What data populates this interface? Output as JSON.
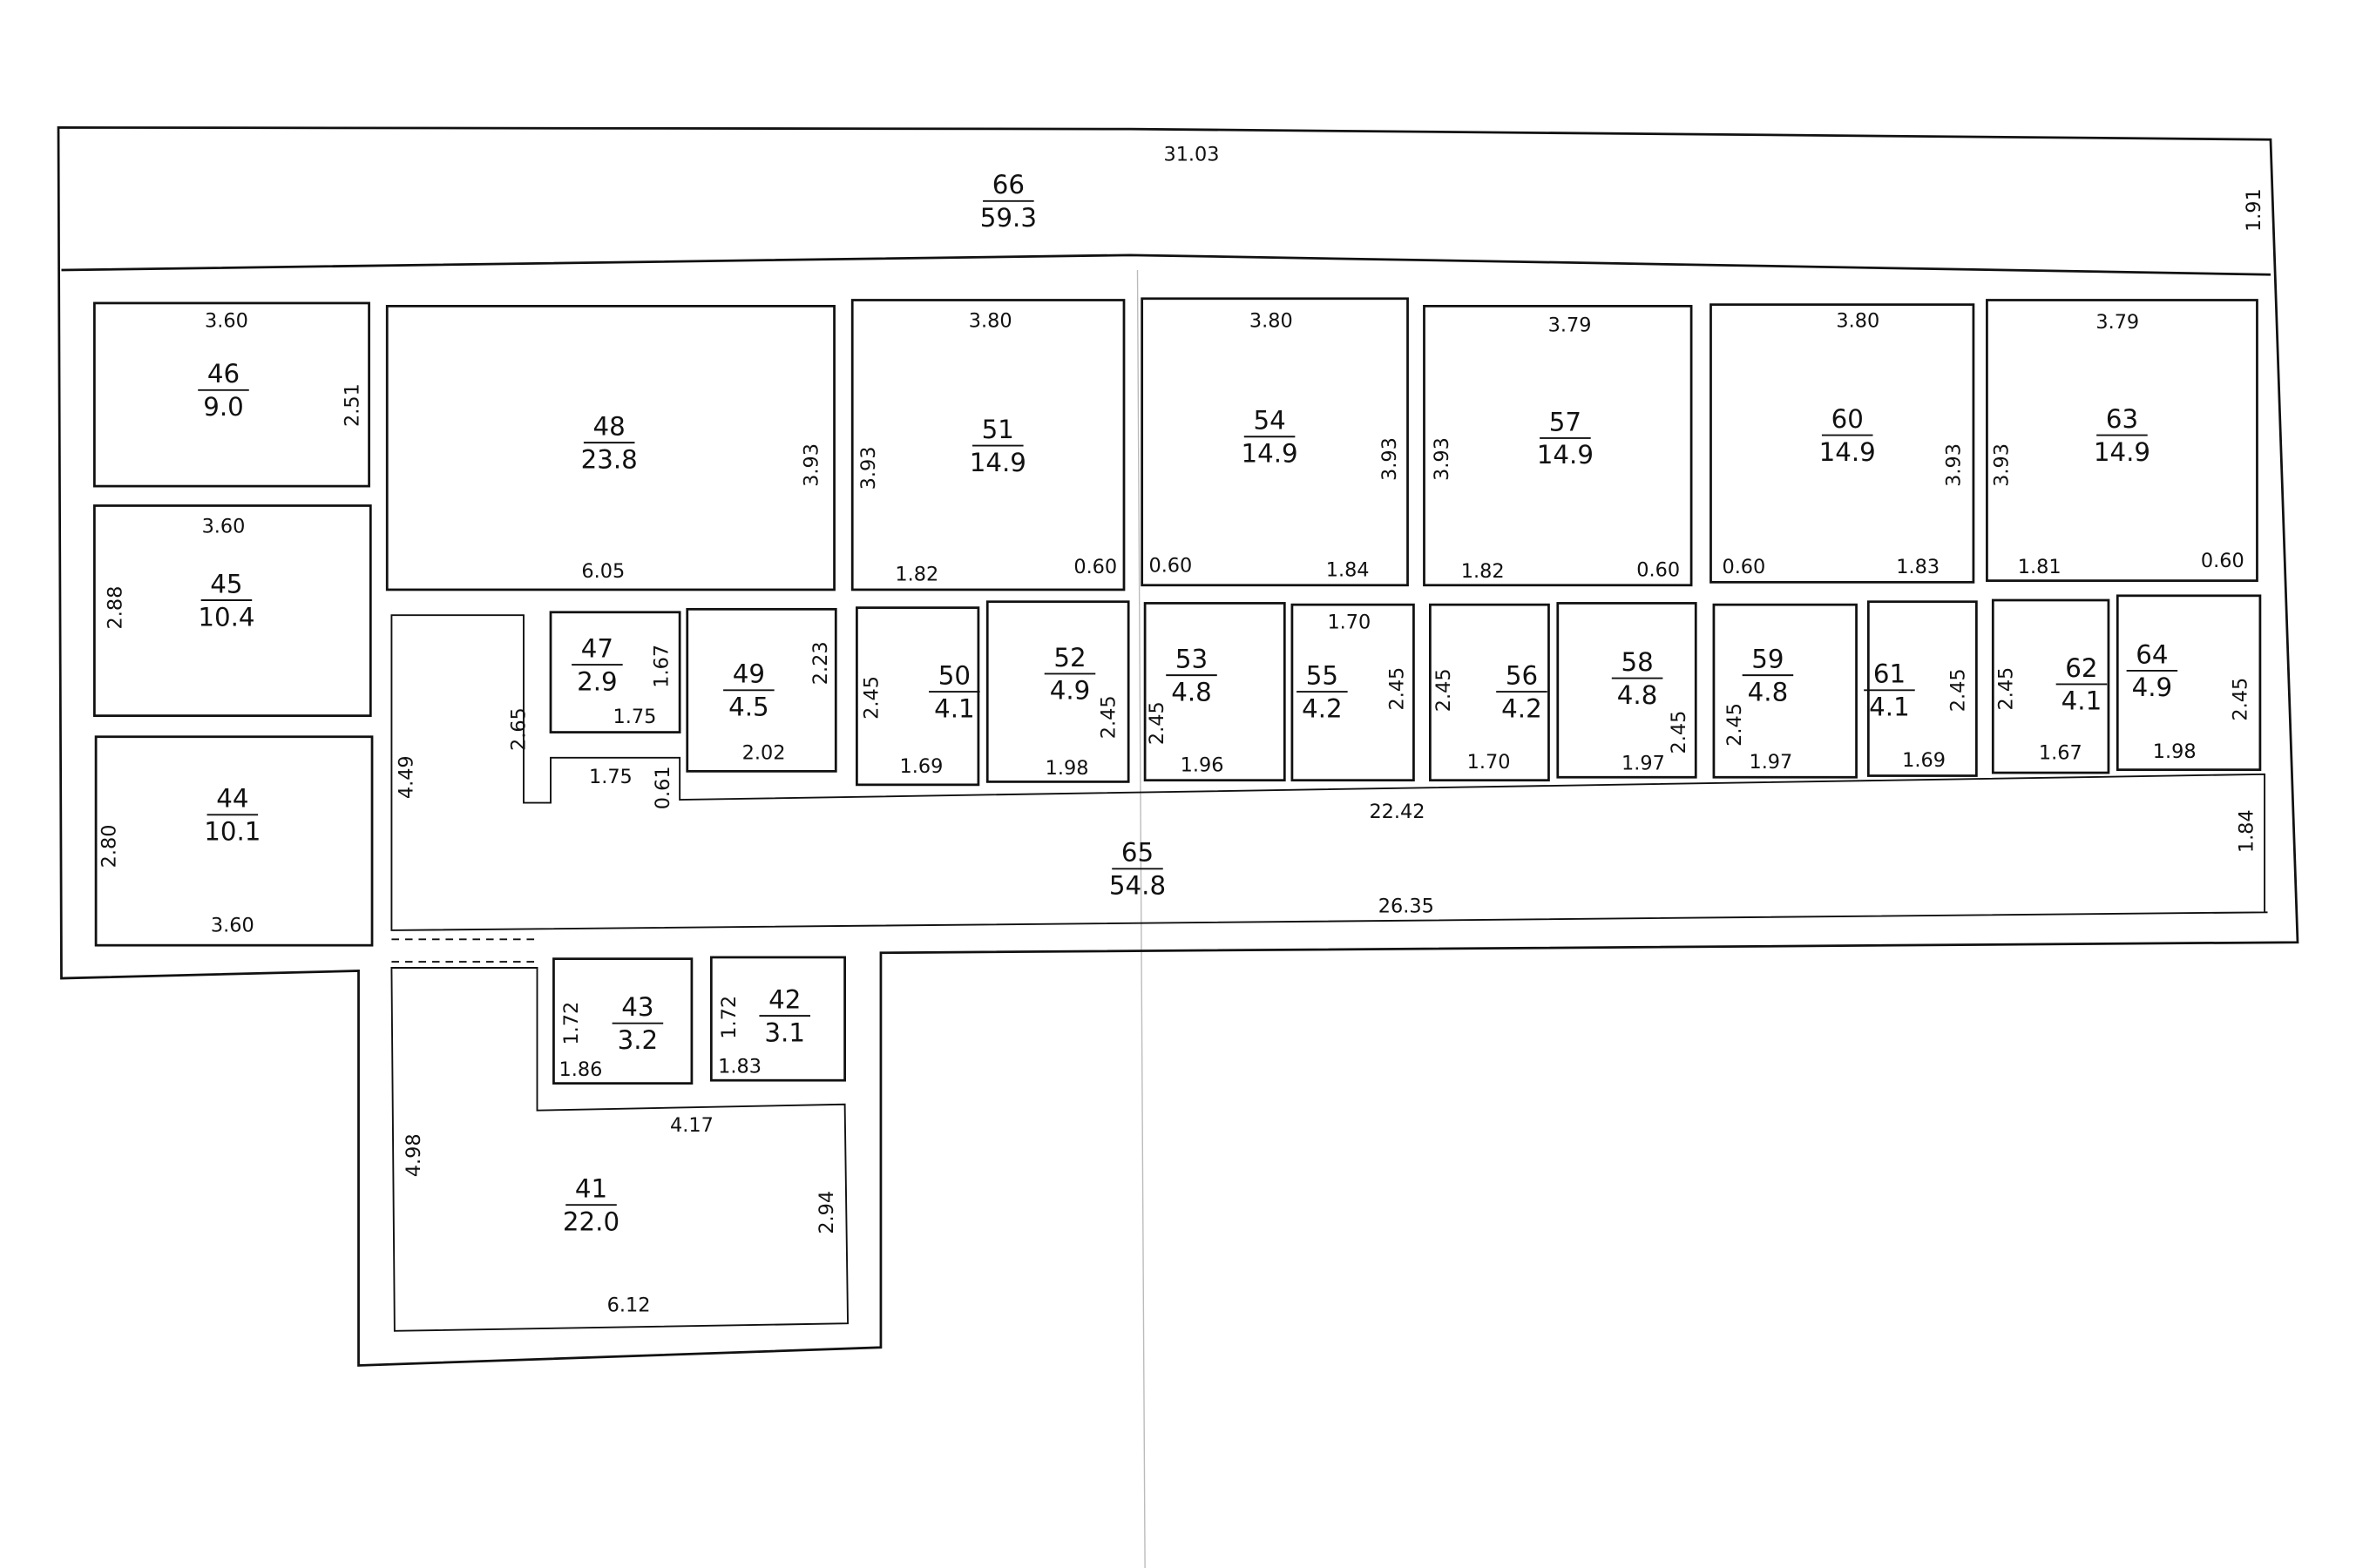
{
  "outer": {
    "top_length": "31.03",
    "right_depth": "1.91"
  },
  "rooms": [
    {
      "id": "66",
      "area": "59.3",
      "dims": []
    },
    {
      "id": "46",
      "area": "9.0",
      "dims": [
        "3.60",
        "2.51"
      ]
    },
    {
      "id": "45",
      "area": "10.4",
      "dims": [
        "3.60",
        "2.88"
      ]
    },
    {
      "id": "44",
      "area": "10.1",
      "dims": [
        "2.80",
        "3.60"
      ]
    },
    {
      "id": "48",
      "area": "23.8",
      "dims": [
        "3.93",
        "6.05"
      ]
    },
    {
      "id": "47",
      "area": "2.9",
      "dims": [
        "1.67",
        "1.75"
      ]
    },
    {
      "id": "49",
      "area": "4.5",
      "dims": [
        "2.23",
        "2.02"
      ]
    },
    {
      "id": "51",
      "area": "14.9",
      "dims": [
        "3.80",
        "3.93",
        "1.82",
        "0.60"
      ]
    },
    {
      "id": "50",
      "area": "4.1",
      "dims": [
        "2.45",
        "1.69"
      ]
    },
    {
      "id": "52",
      "area": "4.9",
      "dims": [
        "2.45",
        "1.98"
      ]
    },
    {
      "id": "54",
      "area": "14.9",
      "dims": [
        "3.80",
        "3.93",
        "0.60",
        "1.84"
      ]
    },
    {
      "id": "53",
      "area": "4.8",
      "dims": [
        "2.45",
        "1.96"
      ]
    },
    {
      "id": "55",
      "area": "4.2",
      "dims": [
        "1.70",
        "2.45"
      ]
    },
    {
      "id": "57",
      "area": "14.9",
      "dims": [
        "3.79",
        "3.93",
        "1.82",
        "0.60"
      ]
    },
    {
      "id": "56",
      "area": "4.2",
      "dims": [
        "2.45",
        "1.70"
      ]
    },
    {
      "id": "58",
      "area": "4.8",
      "dims": [
        "2.45",
        "1.97"
      ]
    },
    {
      "id": "60",
      "area": "14.9",
      "dims": [
        "3.80",
        "3.93",
        "0.60",
        "1.83"
      ]
    },
    {
      "id": "59",
      "area": "4.8",
      "dims": [
        "2.45",
        "1.97"
      ]
    },
    {
      "id": "61",
      "area": "4.1",
      "dims": [
        "2.45",
        "1.69"
      ]
    },
    {
      "id": "63",
      "area": "14.9",
      "dims": [
        "3.79",
        "3.93",
        "1.81",
        "0.60"
      ]
    },
    {
      "id": "62",
      "area": "4.1",
      "dims": [
        "2.45",
        "1.67"
      ]
    },
    {
      "id": "64",
      "area": "4.9",
      "dims": [
        "2.45",
        "1.98"
      ]
    },
    {
      "id": "65",
      "area": "54.8",
      "dims": [
        "22.42",
        "26.35",
        "1.84",
        "4.49",
        "2.65",
        "1.75",
        "0.61"
      ]
    },
    {
      "id": "43",
      "area": "3.2",
      "dims": [
        "1.72",
        "1.86"
      ]
    },
    {
      "id": "42",
      "area": "3.1",
      "dims": [
        "1.72",
        "1.83"
      ]
    },
    {
      "id": "41",
      "area": "22.0",
      "dims": [
        "4.17",
        "4.98",
        "2.94",
        "6.12"
      ]
    }
  ]
}
